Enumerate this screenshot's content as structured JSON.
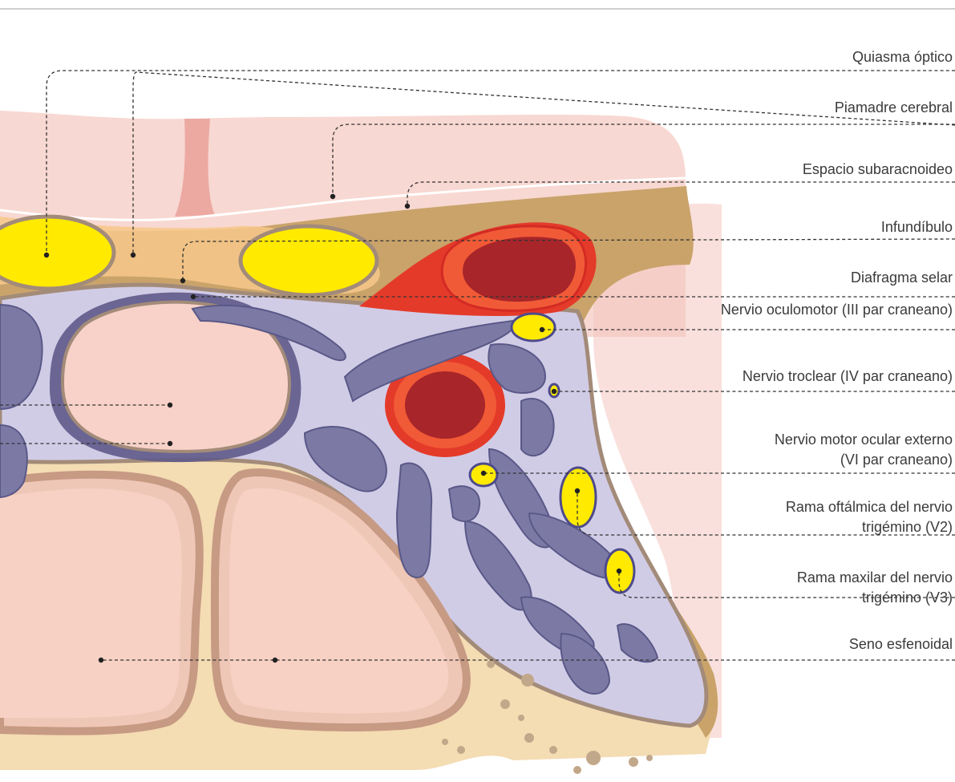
{
  "labels": [
    {
      "id": "quiasma",
      "lines": [
        "Quiasma óptico"
      ]
    },
    {
      "id": "piamadre",
      "lines": [
        "Piamadre cerebral"
      ]
    },
    {
      "id": "subaracnoideo",
      "lines": [
        "Espacio subaracnoideo"
      ]
    },
    {
      "id": "infundibulo",
      "lines": [
        "Infundíbulo"
      ]
    },
    {
      "id": "diafragma",
      "lines": [
        "Diafragma selar"
      ]
    },
    {
      "id": "oculomotor",
      "lines": [
        "Nervio oculomotor (III par craneano)"
      ]
    },
    {
      "id": "troclear",
      "lines": [
        "Nervio troclear (IV par craneano)"
      ]
    },
    {
      "id": "motor-ocular",
      "lines": [
        "Nervio motor ocular externo",
        "(VI par craneano)"
      ]
    },
    {
      "id": "oftalmica",
      "lines": [
        "Rama oftálmica del nervio",
        "trigémino (V2)"
      ]
    },
    {
      "id": "maxilar",
      "lines": [
        "Rama maxilar del nervio",
        "trigémino (V3)"
      ]
    },
    {
      "id": "seno",
      "lines": [
        "Seno esfenoidal"
      ]
    }
  ]
}
